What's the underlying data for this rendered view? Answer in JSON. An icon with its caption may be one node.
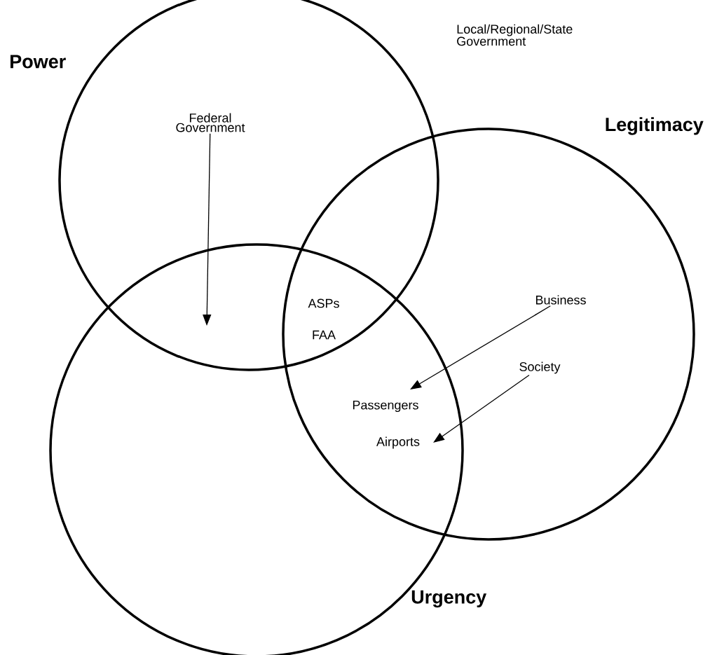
{
  "diagram": {
    "nodes": [
      {
        "text": [
          "Power"
        ]
      },
      {
        "text": [
          "Legitimacy"
        ]
      },
      {
        "text": [
          "Urgency"
        ]
      },
      {
        "text": [
          "Federal Government"
        ],
        "in": 0
      },
      {
        "text": [
          "Business"
        ],
        "in": 1
      },
      {
        "text": [
          "Society"
        ],
        "in": 1
      }
    ],
    "edges": [
      {
        "from": 3,
        "to": 2,
        "arrow": "to"
      },
      {
        "from": 4,
        "to": 2,
        "arrow": "to"
      },
      {
        "from": 5,
        "to": 2,
        "arrow": "to"
      }
    ],
    "labels": [
      "Local/Regional/State Government",
      "ASPs",
      "FAA",
      "Passengers",
      "Airports"
    ]
  }
}
